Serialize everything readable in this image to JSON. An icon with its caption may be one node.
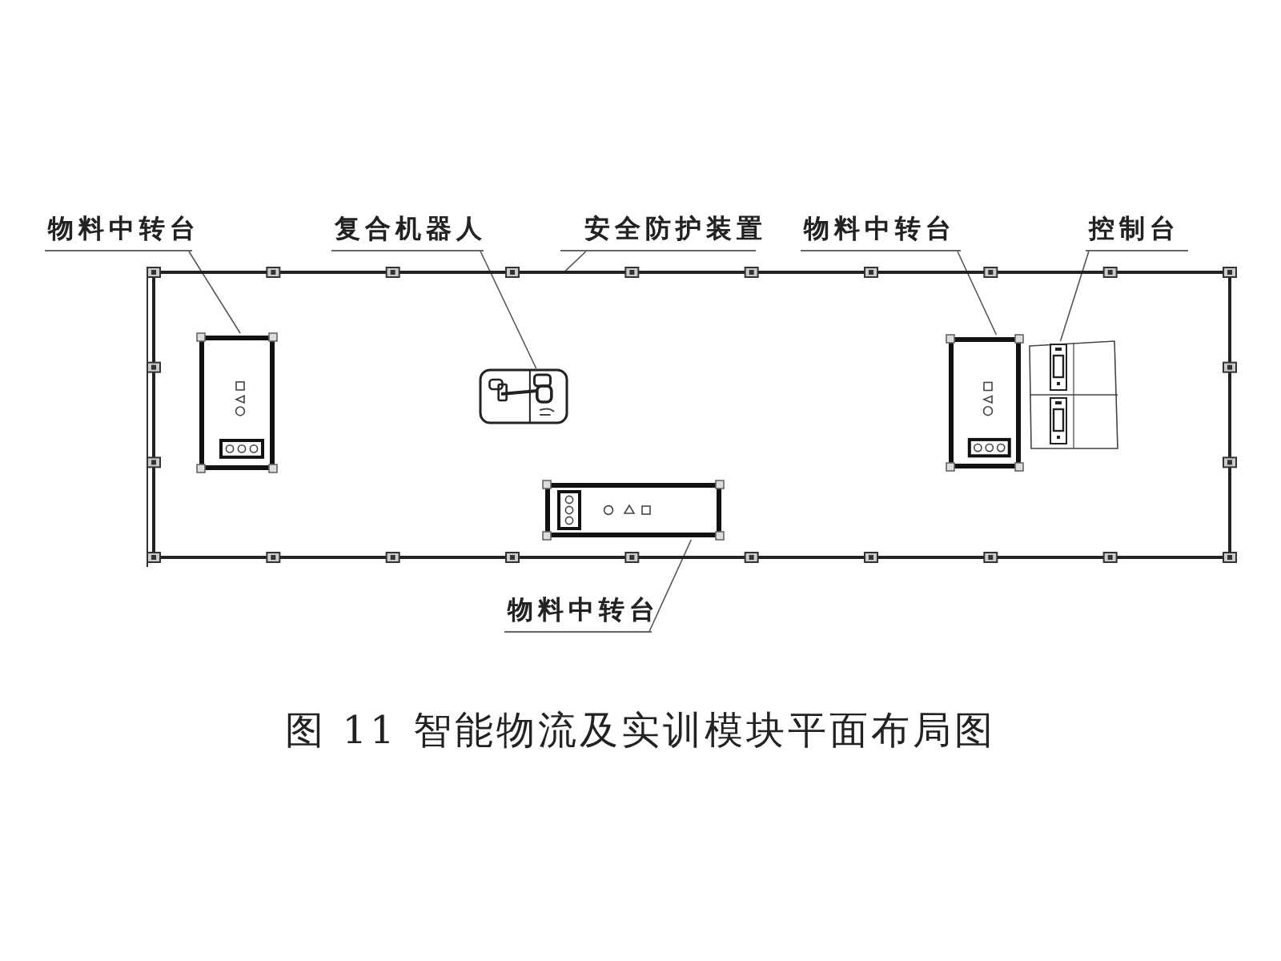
{
  "diagram": {
    "caption": "图 11 智能物流及实训模块平面布局图",
    "nodes": [
      {
        "text": [
          "物料中转台"
        ]
      },
      {
        "text": [
          "复合机器人"
        ]
      },
      {
        "text": [
          "安全防护装置"
        ]
      },
      {
        "text": [
          "物料中转台"
        ]
      },
      {
        "text": [
          "控制台"
        ]
      },
      {
        "text": [],
        "shape": "box"
      },
      {
        "text": [],
        "shape": "box",
        "in": 5
      },
      {
        "text": [],
        "shape": "picture",
        "in": 5
      },
      {
        "text": [],
        "shape": "box",
        "in": 5
      },
      {
        "text": [],
        "shape": "box",
        "in": 5
      },
      {
        "text": [],
        "shape": "box",
        "in": 5
      },
      {
        "text": [
          "物料中转台"
        ]
      }
    ],
    "edges": [
      {
        "from": 0,
        "to": 6,
        "arrow": "none"
      },
      {
        "from": 1,
        "to": 7,
        "arrow": "none"
      },
      {
        "from": 2,
        "to": 5,
        "arrow": "none"
      },
      {
        "from": 3,
        "to": 8,
        "arrow": "none"
      },
      {
        "from": 4,
        "to": 9,
        "arrow": "none"
      },
      {
        "from": 11,
        "to": 10,
        "arrow": "none"
      }
    ]
  }
}
